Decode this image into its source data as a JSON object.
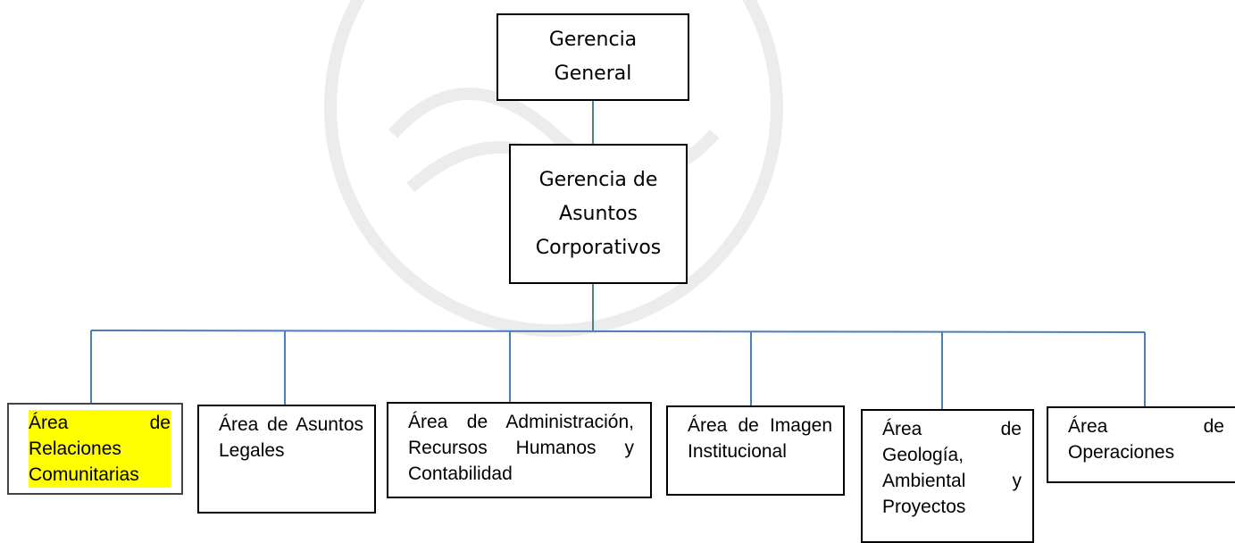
{
  "chart_data": {
    "type": "org-chart",
    "root": {
      "label": "Gerencia\nGeneral"
    },
    "level2": {
      "label": "Gerencia de\nAsuntos\nCorporativos"
    },
    "children": [
      {
        "label": "Área de Relaciones Comunitarias",
        "highlighted": true
      },
      {
        "label": "Área de Asuntos Legales",
        "highlighted": false
      },
      {
        "label": "Área de Administración, Recursos Humanos y Contabilidad",
        "highlighted": false
      },
      {
        "label": "Área de Imagen Institucional",
        "highlighted": false
      },
      {
        "label": "Área de Geología, Ambiental y Proyectos",
        "highlighted": false
      },
      {
        "label": "Área de Operaciones",
        "highlighted": false
      }
    ]
  },
  "colors": {
    "connector": "#4a7ebb",
    "highlight": "#ffff00",
    "watermark": "#e8e8e8"
  }
}
